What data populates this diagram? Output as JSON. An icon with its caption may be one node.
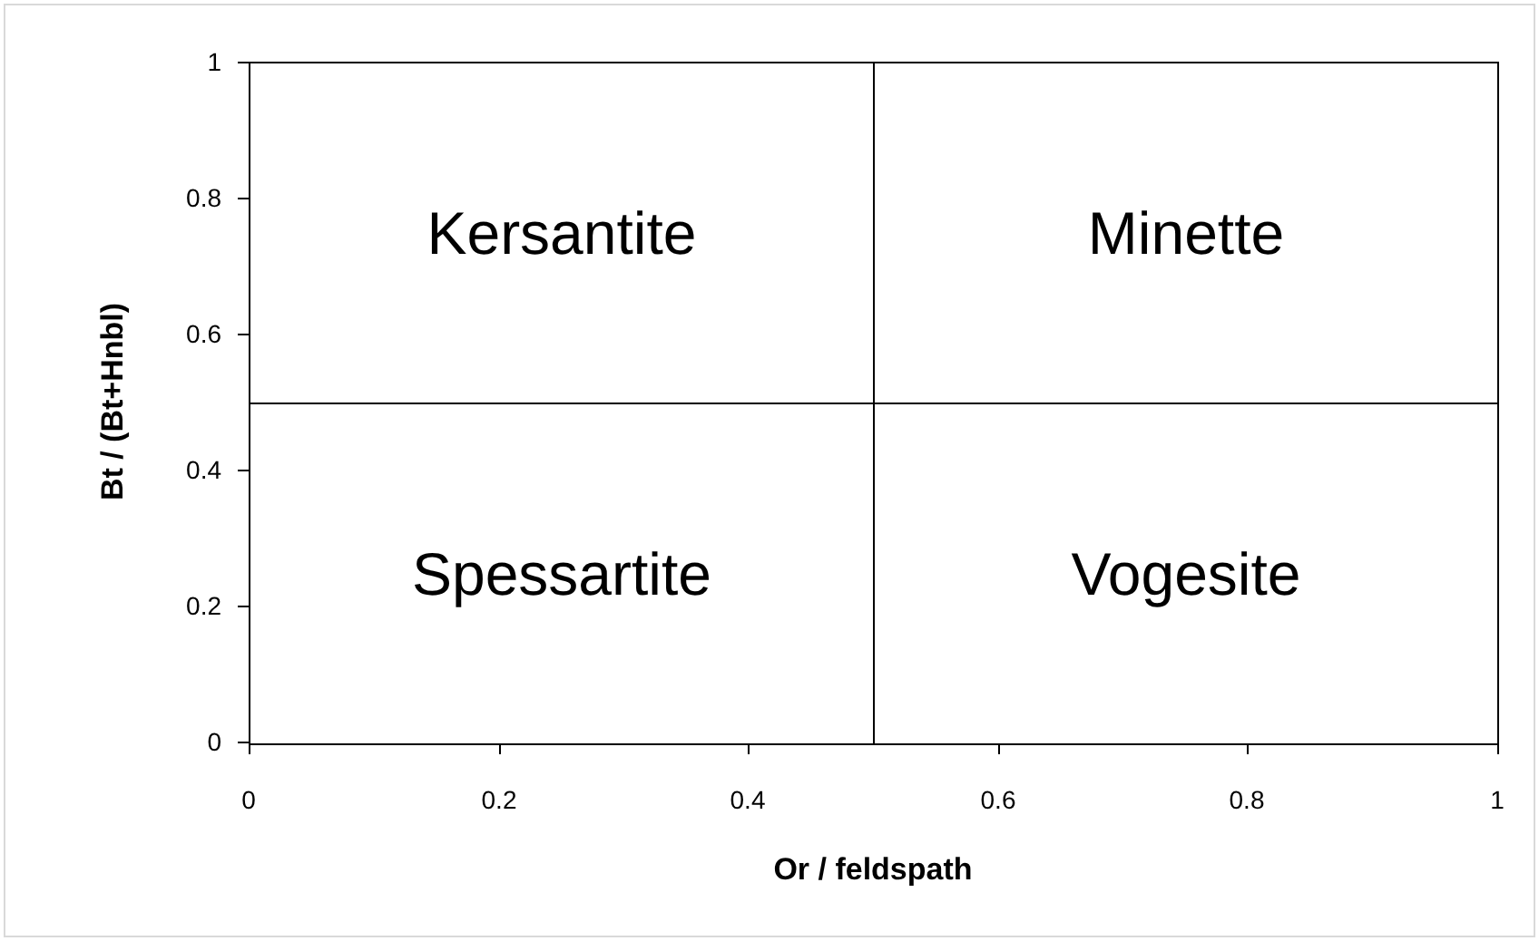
{
  "diagram": {
    "nodes": [
      {
        "text": [
          "Kersantite"
        ]
      },
      {
        "text": [
          "Minette"
        ]
      },
      {
        "text": [
          "Spessartite"
        ]
      },
      {
        "text": [
          "Vogesite"
        ]
      }
    ],
    "labels": [
      "1",
      "0.8",
      "0.6",
      "0.4",
      "0.2",
      "0",
      "0",
      "0.2",
      "0.4",
      "0.6",
      "0.8",
      "1",
      "Or / feldspath",
      "Bt / (Bt+Hnbl)"
    ]
  }
}
